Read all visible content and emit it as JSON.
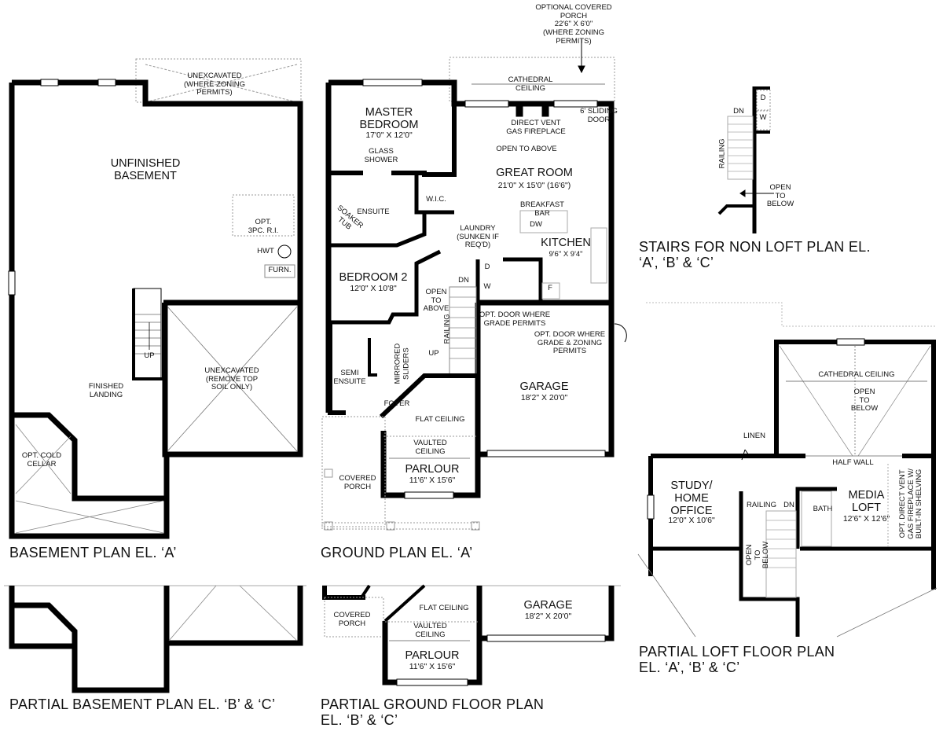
{
  "plans": {
    "basement_a": {
      "title": "BASEMENT PLAN EL. ‘A’",
      "rooms": {
        "unfinished_basement": "UNFINISHED\nBASEMENT",
        "unexcavated_top": "UNEXCAVATED\n(WHERE ZONING\nPERMITS)",
        "opt_3pc": "OPT.\n3PC. R.I.",
        "hwt": "HWT",
        "furnace": "FURN.",
        "up": "UP",
        "finished_landing": "FINISHED\nLANDING",
        "unexcavated_right": "UNEXCAVATED\n(REMOVE TOP\nSOIL ONLY)",
        "cold_cellar": "OPT. COLD\nCELLAR"
      }
    },
    "ground_a": {
      "title": "GROUND PLAN EL. ‘A’",
      "rooms": {
        "optional_porch": "OPTIONAL COVERED\nPORCH\n22'6\" X 6'0\"\n(WHERE ZONING\nPERMITS)",
        "cathedral_ceiling": "CATHEDRAL\nCEILING",
        "master_bedroom_name": "MASTER\nBEDROOM",
        "master_bedroom_size": "17'0\" X 12'0\"",
        "fireplace": "DIRECT VENT\nGAS FIREPLACE",
        "sliding_door": "6' SLIDING\nDOOR",
        "open_to_above": "OPEN TO ABOVE",
        "great_room_name": "GREAT ROOM",
        "great_room_size": "21'0\" X 15'0\" (16'6\")",
        "glass_shower": "GLASS\nSHOWER",
        "ensuite": "ENSUITE",
        "soaker_tub": "SOAKER\nTUB",
        "wic": "W.I.C.",
        "breakfast_bar": "BREAKFAST\nBAR",
        "dw": "DW",
        "laundry": "LAUNDRY\n(SUNKEN IF\nREQ'D)",
        "kitchen_name": "KITCHEN",
        "kitchen_size": "9'6\" X 9'4\"",
        "dryer": "D",
        "washer": "W",
        "fridge": "F",
        "bedroom2_name": "BEDROOM 2",
        "bedroom2_size": "12'0\" X 10'8\"",
        "dn": "DN",
        "open_above": "OPEN\nTO\nABOVE",
        "railing": "RAILING",
        "opt_door_grade": "OPT. DOOR WHERE\nGRADE PERMITS",
        "opt_door_grade_zoning": "OPT. DOOR WHERE\nGRADE & ZONING\nPERMITS",
        "up": "UP",
        "mirrored_sliders": "MIRRORED\nSLIDERS",
        "semi_ensuite": "SEMI\nENSUITE",
        "foyer": "FOYER",
        "garage_name": "GARAGE",
        "garage_size": "18'2\" X 20'0\"",
        "flat_ceiling": "FLAT CEILING",
        "vaulted_ceiling": "VAULTED\nCEILING",
        "parlour_name": "PARLOUR",
        "parlour_size": "11'6\" X 15'6\"",
        "covered_porch": "COVERED\nPORCH"
      }
    },
    "stairs_non_loft": {
      "title": "STAIRS FOR NON LOFT PLAN EL.\n‘A’, ‘B’ & ‘C’",
      "labels": {
        "dryer": "D",
        "washer": "W",
        "dn": "DN",
        "railing": "RAILING",
        "open_below": "OPEN\nTO\nBELOW"
      }
    },
    "loft": {
      "title": "PARTIAL LOFT FLOOR PLAN\nEL. ‘A’, ‘B’ & ‘C’",
      "rooms": {
        "cathedral_ceiling": "CATHEDRAL CEILING",
        "open_below": "OPEN\nTO\nBELOW",
        "linen": "LINEN",
        "half_wall": "HALF WALL",
        "study_name": "STUDY/\nHOME\nOFFICE",
        "study_size": "12'0\" X 10'6\"",
        "railing": "RAILING",
        "dn": "DN",
        "bath": "BATH",
        "media_name": "MEDIA\nLOFT",
        "media_size": "12'6\" X 12'6\"",
        "opt_fireplace": "OPT. DIRECT VENT\nGAS FIREPLACE W/\nBUILT-IN SHELVING",
        "open_to_below": "OPEN\nTO\nBELOW"
      }
    },
    "partial_basement_bc": {
      "title": "PARTIAL BASEMENT PLAN EL. ‘B’ & ‘C’"
    },
    "partial_ground_bc": {
      "title": "PARTIAL GROUND FLOOR PLAN\nEL. ‘B’ & ‘C’",
      "rooms": {
        "flat_ceiling": "FLAT CEILING",
        "covered_porch": "COVERED\nPORCH",
        "vaulted_ceiling": "VAULTED\nCEILING",
        "parlour_name": "PARLOUR",
        "parlour_size": "11'6\" X 15'6\"",
        "garage_name": "GARAGE",
        "garage_size": "18'2\" X 20'0\""
      }
    }
  },
  "colors": {
    "wall": "#000000",
    "dashed": "#9a9a9a",
    "fixture": "#b8b8b8",
    "background": "#ffffff"
  }
}
